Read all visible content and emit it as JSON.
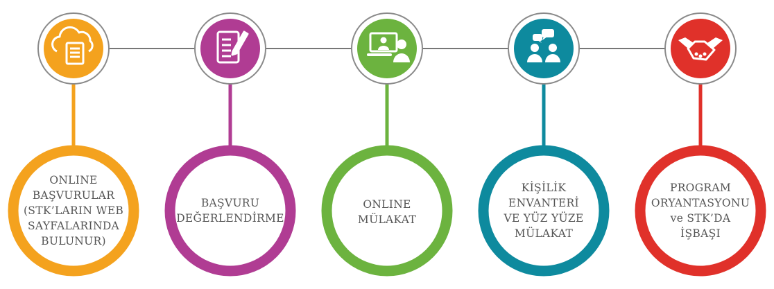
{
  "steps": [
    {
      "id": "s1",
      "icon": "cloud-document-icon",
      "color": "#F4A21E",
      "lines": [
        "ONLINE",
        "BAŞVURULAR",
        "(STK’LARIN WEB",
        "SAYFALARINDA",
        "BULUNUR)"
      ]
    },
    {
      "id": "s2",
      "icon": "document-pen-icon",
      "color": "#B03C93",
      "lines": [
        "BAŞVURU",
        "DEĞERLENDİRME"
      ]
    },
    {
      "id": "s3",
      "icon": "video-call-icon",
      "color": "#6CB33F",
      "lines": [
        "ONLINE",
        "MÜLAKAT"
      ]
    },
    {
      "id": "s4",
      "icon": "conversation-people-icon",
      "color": "#0E8A9E",
      "lines": [
        "KİŞİLİK",
        "ENVANTERİ",
        "VE YÜZ YÜZE",
        "MÜLAKAT"
      ]
    },
    {
      "id": "s5",
      "icon": "handshake-icon",
      "color": "#E0312A",
      "lines": [
        "PROGRAM",
        "ORYANTASYONU",
        "ve STK’DA",
        "İŞBAŞI"
      ]
    }
  ],
  "colors": {
    "connector": "#777777",
    "ring": "#8a8a8a"
  }
}
